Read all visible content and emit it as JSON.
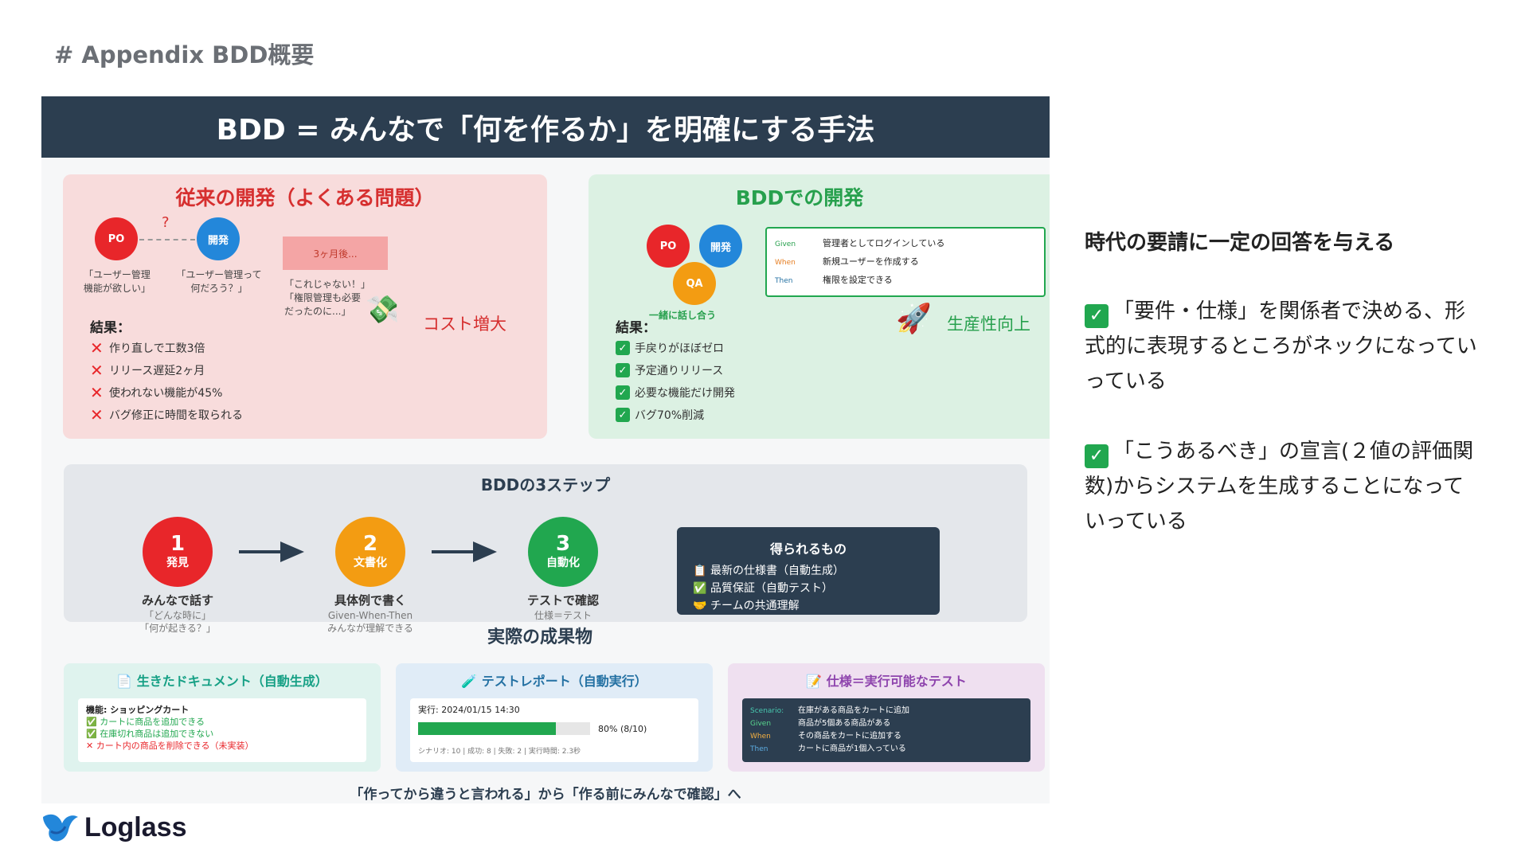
{
  "slide": {
    "title": "# Appendix BDD概要"
  },
  "figure": {
    "banner": "BDD = みんなで「何を作るか」を明確にする手法",
    "old_dev": {
      "heading": "従来の開発（よくある問題）",
      "po": "PO",
      "dev": "開発",
      "question": "?",
      "po_quote": "「ユーザー管理\n機能が欲しい」",
      "dev_quote": "「ユーザー管理って\n何だろう？」",
      "later": "3ヶ月後...",
      "later_quote": "「これじゃない！」\n「権限管理も必要\nだったのに...」",
      "cost": "コスト増大",
      "result_label": "結果：",
      "results": [
        "作り直しで工数3倍",
        "リリース遅延2ヶ月",
        "使われない機能が45%",
        "バグ修正に時間を取られる"
      ]
    },
    "bdd_dev": {
      "heading": "BDDでの開発",
      "po": "PO",
      "dev": "開発",
      "qa": "QA",
      "together": "一緒に話し合う",
      "gherkin": [
        {
          "kw": "Given",
          "text": "管理者としてログインしている"
        },
        {
          "kw": "When",
          "text": "新規ユーザーを作成する"
        },
        {
          "kw": "Then",
          "text": "権限を設定できる"
        }
      ],
      "productivity": "生産性向上",
      "result_label": "結果：",
      "results": [
        "手戻りがほぼゼロ",
        "予定通りリリース",
        "必要な機能だけ開発",
        "バグ70%削減"
      ]
    },
    "steps": {
      "title": "BDDの3ステップ",
      "items": [
        {
          "num": "1",
          "name": "発見",
          "label": "みんなで話す",
          "sub": "「どんな時に」\n「何が起きる？」"
        },
        {
          "num": "2",
          "name": "文書化",
          "label": "具体例で書く",
          "sub": "Given-When-Then\nみんなが理解できる"
        },
        {
          "num": "3",
          "name": "自動化",
          "label": "テストで確認",
          "sub": "仕様＝テスト"
        }
      ],
      "gain_title": "得られるもの",
      "gains": [
        "最新の仕様書（自動生成）",
        "品質保証（自動テスト）",
        "チームの共通理解"
      ]
    },
    "outcomes": {
      "title": "実際の成果物",
      "doc": {
        "heading": "生きたドキュメント（自動生成）",
        "feature": "機能: ショッピングカート",
        "items": [
          "カートに商品を追加できる",
          "在庫切れ商品は追加できない",
          "カート内の商品を削除できる（未実装）"
        ]
      },
      "report": {
        "heading": "テストレポート（自動実行）",
        "run": "実行: 2024/01/15 14:30",
        "progress": 0.8,
        "progress_label": "80% (8/10)",
        "summary": "シナリオ: 10 | 成功: 8 | 失敗: 2 | 実行時間: 2.3秒"
      },
      "spec": {
        "heading": "仕様＝実行可能なテスト",
        "lines": [
          {
            "kw": "Scenario:",
            "text": "在庫がある商品をカートに追加"
          },
          {
            "kw": "Given",
            "text": "商品が5個ある商品がある"
          },
          {
            "kw": "When",
            "text": "その商品をカートに追加する"
          },
          {
            "kw": "Then",
            "text": "カートに商品が1個入っている"
          }
        ]
      }
    },
    "footer": "「作ってから違うと言われる」から「作る前にみんなで確認」へ"
  },
  "notes": {
    "heading": "時代の要請に一定の回答を与える",
    "items": [
      "「要件・仕様」を関係者で決める、形式的に表現するところがネックになっていっている",
      "「こうあるべき」の宣言(２値の評価関数)からシステムを生成することになっていっている"
    ]
  },
  "logo": {
    "text": "Loglass"
  },
  "colors": {
    "navy": "#2c3e50",
    "red": "#e8262a",
    "green": "#21a74f",
    "blue": "#2387da",
    "orange": "#f39c12"
  }
}
